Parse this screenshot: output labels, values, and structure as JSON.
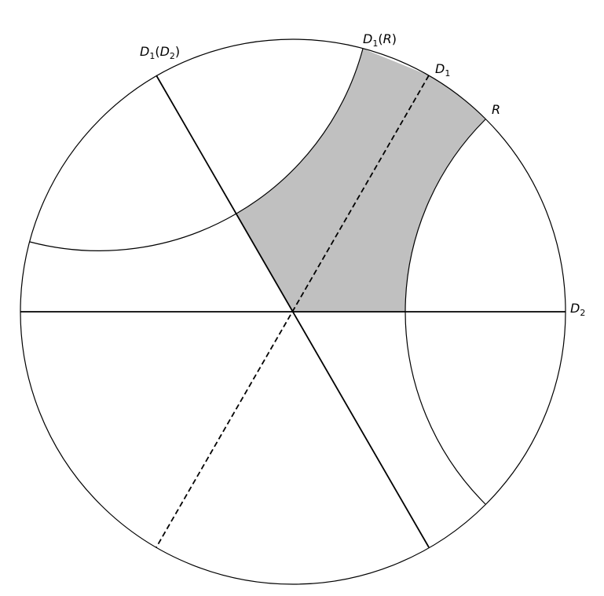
{
  "labels": {
    "d1_of_d2": {
      "main": "D",
      "sub": "1",
      "open": "(",
      "inner": "D",
      "inner_sub": "2",
      "close": ")"
    },
    "d1_of_r": {
      "main": "D",
      "sub": "1",
      "open": "(",
      "inner": "R",
      "close": ")"
    },
    "d1": {
      "main": "D",
      "sub": "1"
    },
    "r": {
      "main": "R"
    },
    "d2": {
      "main": "D",
      "sub": "2"
    }
  },
  "colors": {
    "shaded_region": "#c0c0c0",
    "stroke": "#000000",
    "background": "#ffffff"
  }
}
